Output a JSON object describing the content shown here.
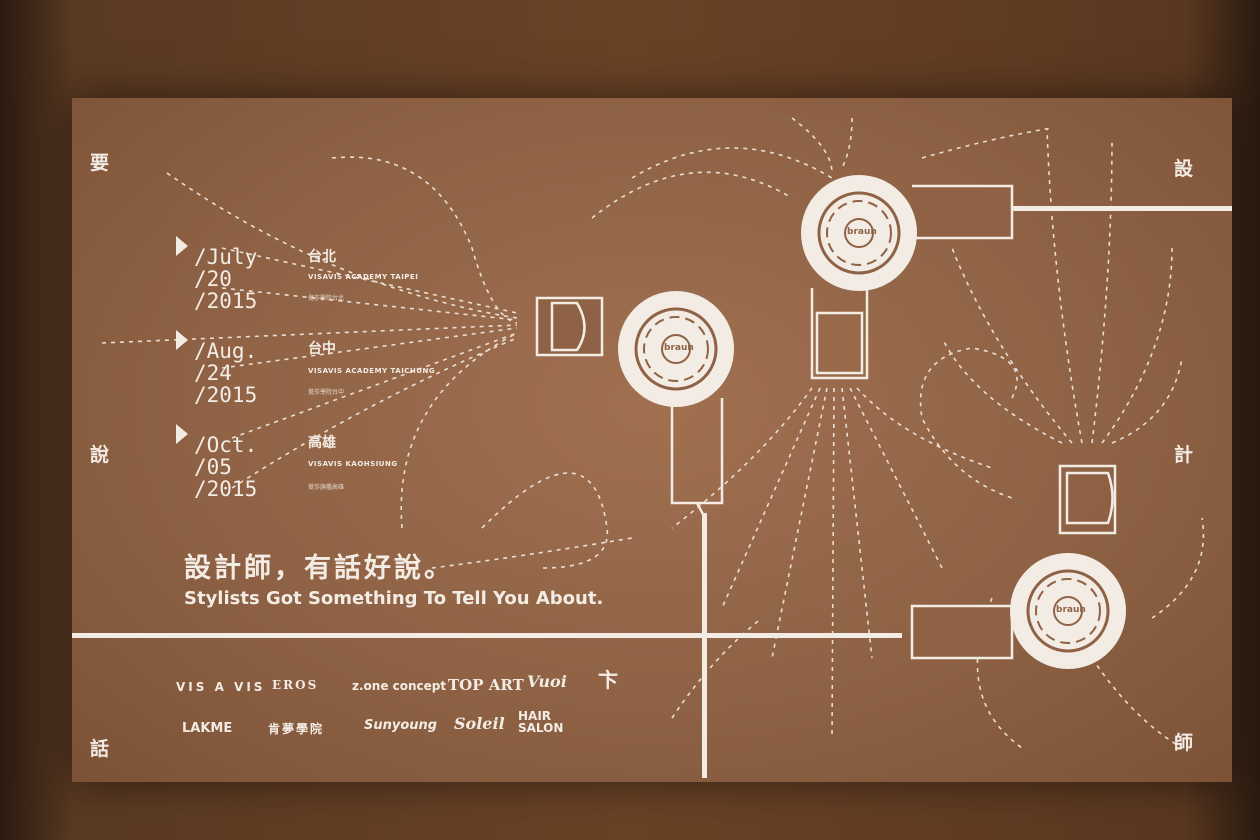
{
  "corners": {
    "top_left": "要",
    "mid_left": "說",
    "bottom_left": "話",
    "top_right": "設",
    "mid_right": "計",
    "bottom_right": "師"
  },
  "events": [
    {
      "date_lines": [
        "/July",
        "/20",
        "/2015"
      ],
      "city": "台北",
      "venue": "VISAVIS ACADEMY TAIPEI",
      "venue_zh": "覺莎學院台北"
    },
    {
      "date_lines": [
        "/Aug.",
        "/24",
        "/2015"
      ],
      "city": "台中",
      "venue": "VISAVIS ACADEMY TAICHUNG",
      "venue_zh": "覺莎學院台中"
    },
    {
      "date_lines": [
        "/Oct.",
        "/05",
        "/2015"
      ],
      "city": "高雄",
      "venue": "VISAVIS KAOHSIUNG",
      "venue_zh": "覺莎旗艦高雄"
    }
  ],
  "tagline_zh": "設計師，有話好說。",
  "tagline_en": "Stylists Got Something To Tell You About.",
  "dryer_badge": "braun",
  "logos_row1": [
    "VIS A VIS",
    "EROS",
    "z.one concept",
    "TOP ART",
    "Vuoi",
    "卞"
  ],
  "logos_row2": [
    "LAKME",
    "肯夢學院",
    "Sunyoung",
    "Soleil",
    "HAIR SALON"
  ],
  "colors": {
    "screen": "#8f6245",
    "ink": "#f3ece4"
  }
}
